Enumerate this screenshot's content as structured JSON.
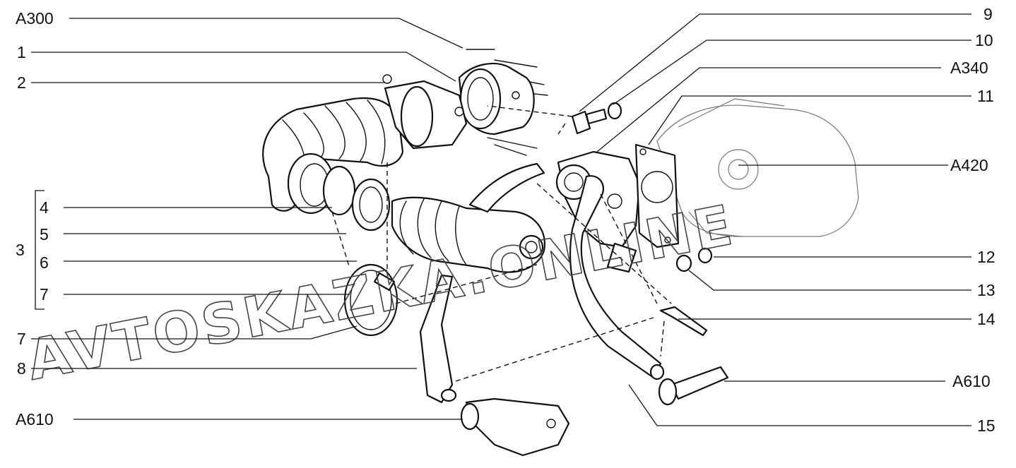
{
  "callouts_left": [
    "A300",
    "1",
    "2",
    "4",
    "5",
    "3",
    "6",
    "7",
    "7",
    "8",
    "A610"
  ],
  "callouts_right": [
    "9",
    "10",
    "A340",
    "11",
    "A420",
    "12",
    "13",
    "14",
    "A610",
    "15"
  ],
  "watermark": "AVTOSKAZKA.ONLINE"
}
